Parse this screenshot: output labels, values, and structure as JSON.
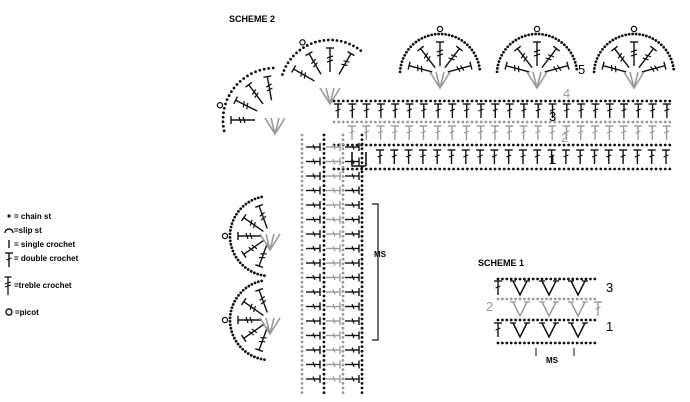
{
  "scheme2": {
    "title": "SCHEME 2",
    "row_numbers": [
      "5",
      "4",
      "3",
      "2",
      "1"
    ],
    "ms_label": "MS"
  },
  "scheme1": {
    "title": "SCHEME 1",
    "row_numbers": [
      "3",
      "2",
      "1"
    ],
    "ms_label": "MS"
  },
  "legend": [
    {
      "symbol": "chain-st",
      "label": "= chain st"
    },
    {
      "symbol": "slip-st",
      "label": "=slip st"
    },
    {
      "symbol": "single-crochet",
      "label": "= single crochet"
    },
    {
      "symbol": "double-crochet",
      "label": "= double crochet"
    },
    {
      "symbol": "treble-crochet",
      "label": "=treble crochet"
    },
    {
      "symbol": "picot",
      "label": "=picot"
    }
  ],
  "colors": {
    "ink": "#111111",
    "grey": "#9a9a9a"
  }
}
